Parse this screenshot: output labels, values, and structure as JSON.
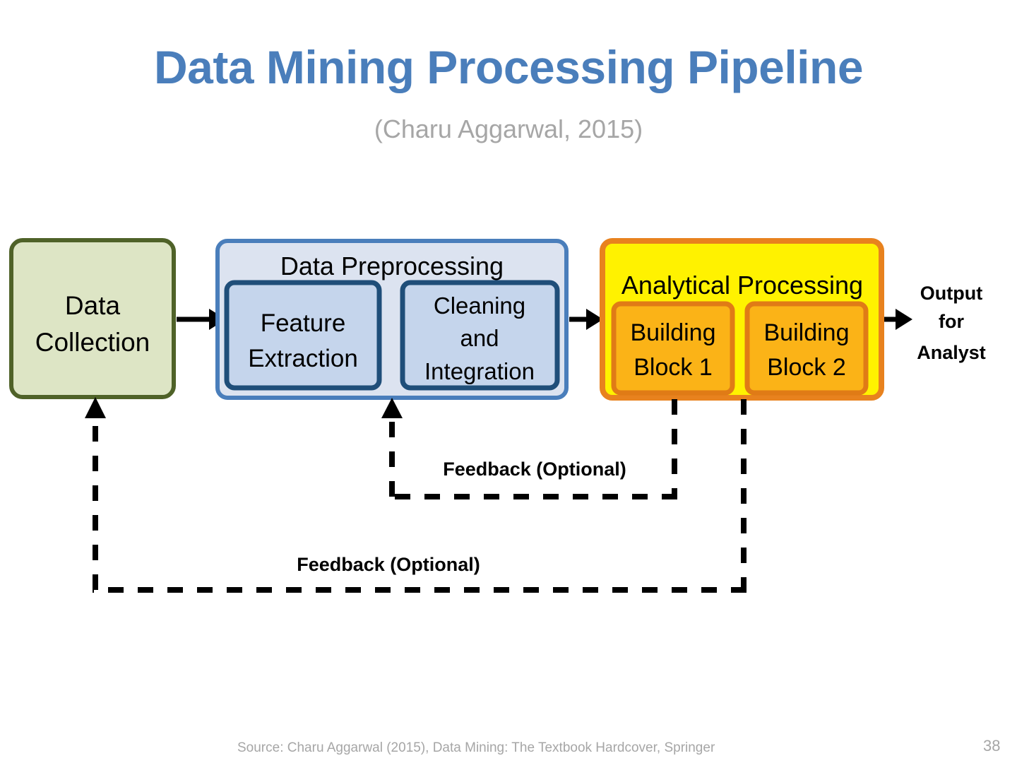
{
  "slide": {
    "title": "Data Mining Processing Pipeline",
    "subtitle": "(Charu Aggarwal, 2015)",
    "page_number": "38",
    "source_note": "Source: Charu Aggarwal (2015), Data Mining: The Textbook Hardcover, Springer",
    "title_color": "#4a7ebb",
    "subtitle_color": "#a6a6a6",
    "footer_color": "#a6a6a6",
    "background": "#ffffff"
  },
  "diagram": {
    "type": "flow-pipeline",
    "stages": [
      {
        "id": "data-collection",
        "label_line1": "Data",
        "label_line2": "Collection",
        "fill": "#dde5c5",
        "stroke": "#4f6228"
      },
      {
        "id": "data-preprocessing",
        "label": "Data Preprocessing",
        "fill": "#dce3f0",
        "stroke": "#4a7ebb",
        "children": [
          {
            "id": "feature-extraction",
            "label_line1": "Feature",
            "label_line2": "Extraction",
            "fill": "#c5d5ec",
            "stroke": "#1f4e79"
          },
          {
            "id": "cleaning-and-integration",
            "label_line1": "Cleaning",
            "label_line2": "and",
            "label_line3": "Integration",
            "fill": "#c5d5ec",
            "stroke": "#1f4e79"
          }
        ]
      },
      {
        "id": "analytical-processing",
        "label": "Analytical Processing",
        "fill": "#fff200",
        "stroke": "#e8821e",
        "children": [
          {
            "id": "building-block-1",
            "label_line1": "Building",
            "label_line2": "Block 1",
            "fill": "#fbb317",
            "stroke": "#e07b16"
          },
          {
            "id": "building-block-2",
            "label_line1": "Building",
            "label_line2": "Block 2",
            "fill": "#fbb317",
            "stroke": "#e07b16"
          }
        ]
      }
    ],
    "output": {
      "id": "output-for-analyst",
      "label_line1": "Output",
      "label_line2": "for",
      "label_line3": "Analyst",
      "color": "#000000"
    },
    "feedback_labels": [
      {
        "id": "feedback-upper",
        "text": "Feedback (Optional)"
      },
      {
        "id": "feedback-lower",
        "text": "Feedback (Optional)"
      }
    ],
    "arrow_color": "#000000",
    "feedback_line_style": "dashed"
  }
}
